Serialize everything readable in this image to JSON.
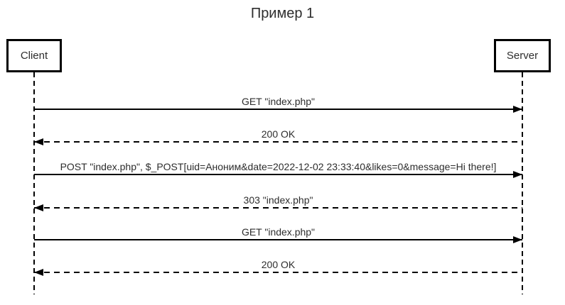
{
  "title": "Пример 1",
  "actors": [
    {
      "name": "Client"
    },
    {
      "name": "Server"
    }
  ],
  "messages": [
    {
      "label": "GET \"index.php\"",
      "from": "Client",
      "to": "Server",
      "line": "solid",
      "direction": "right"
    },
    {
      "label": "200 OK",
      "from": "Server",
      "to": "Client",
      "line": "dashed",
      "direction": "left"
    },
    {
      "label": "POST \"index.php\", $_POST[uid=Аноним&date=2022-12-02 23:33:40&likes=0&message=Hi there!]",
      "from": "Client",
      "to": "Server",
      "line": "solid",
      "direction": "right"
    },
    {
      "label": "303 \"index.php\"",
      "from": "Server",
      "to": "Client",
      "line": "dashed",
      "direction": "left"
    },
    {
      "label": "GET \"index.php\"",
      "from": "Client",
      "to": "Server",
      "line": "solid",
      "direction": "right"
    },
    {
      "label": "200 OK",
      "from": "Server",
      "to": "Client",
      "line": "dashed",
      "direction": "left"
    }
  ],
  "colors": {
    "line": "#000000",
    "text": "#2d2d2d",
    "background": "#ffffff"
  }
}
